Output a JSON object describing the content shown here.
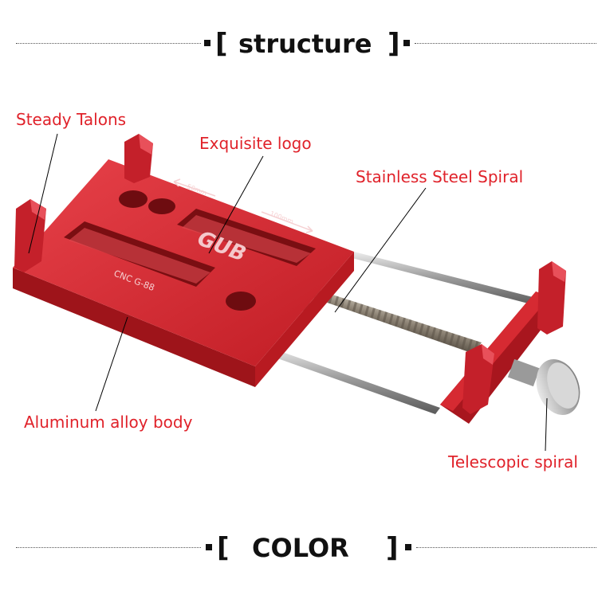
{
  "headers": {
    "structure": "structure",
    "color": "COLOR",
    "bracket_open": "[",
    "bracket_close": "]"
  },
  "callouts": {
    "steady_talons": "Steady Talons",
    "exquisite_logo": "Exquisite logo",
    "stainless_spiral": "Stainless Steel Spiral",
    "aluminum_body": "Aluminum alloy body",
    "telescopic_spiral": "Telescopic spiral"
  },
  "engravings": {
    "brand": "GUB",
    "model": "CNC  G-88",
    "scale_left": "50mm",
    "scale_right": "100mm"
  },
  "colors": {
    "label_red": "#e0222a",
    "body_red": "#d2232b",
    "leader_line": "#000000"
  },
  "icons": [
    "arrow-left-icon",
    "arrow-right-icon",
    "knob-icon"
  ]
}
